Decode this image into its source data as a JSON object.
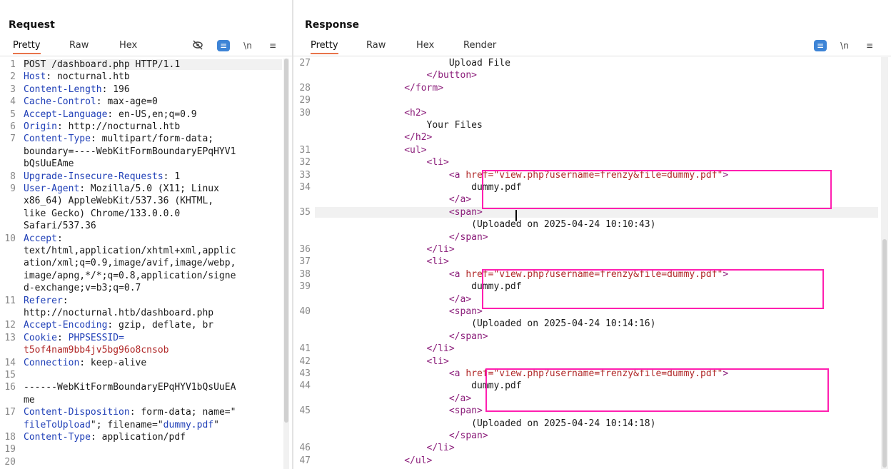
{
  "layout_buttons": [
    "columns-icon",
    "rows-icon",
    "single-icon"
  ],
  "request": {
    "title": "Request",
    "tabs": [
      "Pretty",
      "Raw",
      "Hex"
    ],
    "icons": [
      "eye-slash-icon",
      "wrap-icon",
      "newline-icon",
      "menu-icon"
    ],
    "newline_label": "\\n",
    "lines": [
      [
        "1",
        [
          [
            "POST /dashboard.php HTTP/1.1",
            ""
          ]
        ]
      ],
      [
        "2",
        [
          [
            "Host",
            "k"
          ],
          [
            ": nocturnal.htb",
            ""
          ]
        ]
      ],
      [
        "3",
        [
          [
            "Content-Length",
            "k"
          ],
          [
            ": 196",
            ""
          ]
        ]
      ],
      [
        "4",
        [
          [
            "Cache-Control",
            "k"
          ],
          [
            ": max-age=0",
            ""
          ]
        ]
      ],
      [
        "5",
        [
          [
            "Accept-Language",
            "k"
          ],
          [
            ": en-US,en;q=0.9",
            ""
          ]
        ]
      ],
      [
        "6",
        [
          [
            "Origin",
            "k"
          ],
          [
            ": http://nocturnal.htb",
            ""
          ]
        ]
      ],
      [
        "7",
        [
          [
            "Content-Type",
            "k"
          ],
          [
            ": multipart/form-data;",
            ""
          ]
        ]
      ],
      [
        "",
        [
          [
            "boundary=----WebKitFormBoundaryEPqHYV1",
            ""
          ]
        ]
      ],
      [
        "",
        [
          [
            "bQsUuEAme",
            ""
          ]
        ]
      ],
      [
        "8",
        [
          [
            "Upgrade-Insecure-Requests",
            "k"
          ],
          [
            ": 1",
            ""
          ]
        ]
      ],
      [
        "9",
        [
          [
            "User-Agent",
            "k"
          ],
          [
            ": Mozilla/5.0 (X11; Linux",
            ""
          ]
        ]
      ],
      [
        "",
        [
          [
            "x86_64) AppleWebKit/537.36 (KHTML,",
            ""
          ]
        ]
      ],
      [
        "",
        [
          [
            "like Gecko) Chrome/133.0.0.0",
            ""
          ]
        ]
      ],
      [
        "",
        [
          [
            "Safari/537.36",
            ""
          ]
        ]
      ],
      [
        "10",
        [
          [
            "Accept",
            "k"
          ],
          [
            ":",
            ""
          ]
        ]
      ],
      [
        "",
        [
          [
            "text/html,application/xhtml+xml,applic",
            ""
          ]
        ]
      ],
      [
        "",
        [
          [
            "ation/xml;q=0.9,image/avif,image/webp,",
            ""
          ]
        ]
      ],
      [
        "",
        [
          [
            "image/apng,*/*;q=0.8,application/signe",
            ""
          ]
        ]
      ],
      [
        "",
        [
          [
            "d-exchange;v=b3;q=0.7",
            ""
          ]
        ]
      ],
      [
        "11",
        [
          [
            "Referer",
            "k"
          ],
          [
            ":",
            ""
          ]
        ]
      ],
      [
        "",
        [
          [
            "http://nocturnal.htb/dashboard.php",
            ""
          ]
        ]
      ],
      [
        "12",
        [
          [
            "Accept-Encoding",
            "k"
          ],
          [
            ": gzip, deflate, br",
            ""
          ]
        ]
      ],
      [
        "13",
        [
          [
            "Cookie",
            "k"
          ],
          [
            ": ",
            ""
          ],
          [
            "PHPSESSID=",
            "k"
          ]
        ]
      ],
      [
        "",
        [
          [
            "t5of4nam9bb4jv5bg96o8cnsob",
            "s"
          ]
        ]
      ],
      [
        "14",
        [
          [
            "Connection",
            "k"
          ],
          [
            ": keep-alive",
            ""
          ]
        ]
      ],
      [
        "15",
        [
          [
            "",
            ""
          ]
        ]
      ],
      [
        "16",
        [
          [
            "------WebKitFormBoundaryEPqHYV1bQsUuEA",
            ""
          ]
        ]
      ],
      [
        "",
        [
          [
            "me",
            ""
          ]
        ]
      ],
      [
        "17",
        [
          [
            "Content-Disposition",
            "k"
          ],
          [
            ": form-data; name=\"",
            ""
          ]
        ]
      ],
      [
        "",
        [
          [
            "fileToUpload",
            "k"
          ],
          [
            "\"; filename=\"",
            ""
          ],
          [
            "dummy.pdf",
            "k"
          ],
          [
            "\"",
            ""
          ]
        ]
      ],
      [
        "18",
        [
          [
            "Content-Type",
            "k"
          ],
          [
            ": application/pdf",
            ""
          ]
        ]
      ],
      [
        "19",
        [
          [
            "",
            ""
          ]
        ]
      ],
      [
        "20",
        [
          [
            "",
            ""
          ]
        ]
      ]
    ]
  },
  "response": {
    "title": "Response",
    "tabs": [
      "Pretty",
      "Raw",
      "Hex",
      "Render"
    ],
    "icons": [
      "wrap-icon",
      "newline-icon",
      "menu-icon"
    ],
    "newline_label": "\\n",
    "lines": [
      [
        "27",
        [
          [
            "                        Upload File",
            ""
          ]
        ]
      ],
      [
        "",
        [
          [
            "                    </",
            "t"
          ],
          [
            "button",
            "t"
          ],
          [
            ">",
            "t"
          ]
        ]
      ],
      [
        "28",
        [
          [
            "                </",
            "t"
          ],
          [
            "form",
            "t"
          ],
          [
            ">",
            "t"
          ]
        ]
      ],
      [
        "29",
        [
          [
            "",
            ""
          ]
        ]
      ],
      [
        "30",
        [
          [
            "                <h2>",
            "t"
          ]
        ]
      ],
      [
        "",
        [
          [
            "                    Your Files",
            ""
          ]
        ]
      ],
      [
        "",
        [
          [
            "                </h2>",
            "t"
          ]
        ]
      ],
      [
        "31",
        [
          [
            "                <ul>",
            "t"
          ]
        ]
      ],
      [
        "32",
        [
          [
            "                    <li>",
            "t"
          ]
        ]
      ],
      [
        "33",
        [
          [
            "                        <a ",
            "t"
          ],
          [
            "href=",
            "s"
          ],
          [
            "\"view.php?username=frenzy&file=dummy.pdf\"",
            "s"
          ],
          [
            ">",
            "t"
          ]
        ]
      ],
      [
        "34",
        [
          [
            "                            dummy.pdf",
            ""
          ]
        ]
      ],
      [
        "",
        [
          [
            "                        </a>",
            "t"
          ]
        ]
      ],
      [
        "35",
        [
          [
            "                        <span>",
            "t"
          ]
        ]
      ],
      [
        "",
        [
          [
            "                            (Uploaded on 2025-04-24 10:10:43)",
            ""
          ]
        ]
      ],
      [
        "",
        [
          [
            "                        </span>",
            "t"
          ]
        ]
      ],
      [
        "36",
        [
          [
            "                    </li>",
            "t"
          ]
        ]
      ],
      [
        "37",
        [
          [
            "                    <li>",
            "t"
          ]
        ]
      ],
      [
        "38",
        [
          [
            "                        <a ",
            "t"
          ],
          [
            "href=",
            "s"
          ],
          [
            "\"view.php?username=frenzy&file=dummy.pdf\"",
            "s"
          ],
          [
            ">",
            "t"
          ]
        ]
      ],
      [
        "39",
        [
          [
            "                            dummy.pdf",
            ""
          ]
        ]
      ],
      [
        "",
        [
          [
            "                        </a>",
            "t"
          ]
        ]
      ],
      [
        "40",
        [
          [
            "                        <span>",
            "t"
          ]
        ]
      ],
      [
        "",
        [
          [
            "                            (Uploaded on 2025-04-24 10:14:16)",
            ""
          ]
        ]
      ],
      [
        "",
        [
          [
            "                        </span>",
            "t"
          ]
        ]
      ],
      [
        "41",
        [
          [
            "                    </li>",
            "t"
          ]
        ]
      ],
      [
        "42",
        [
          [
            "                    <li>",
            "t"
          ]
        ]
      ],
      [
        "43",
        [
          [
            "                        <a ",
            "t"
          ],
          [
            "href=",
            "s"
          ],
          [
            "\"view.php?username=frenzy&file=dummy.pdf\"",
            "s"
          ],
          [
            ">",
            "t"
          ]
        ]
      ],
      [
        "44",
        [
          [
            "                            dummy.pdf",
            ""
          ]
        ]
      ],
      [
        "",
        [
          [
            "                        </a>",
            "t"
          ]
        ]
      ],
      [
        "45",
        [
          [
            "                        <span>",
            "t"
          ]
        ]
      ],
      [
        "",
        [
          [
            "                            (Uploaded on 2025-04-24 10:14:18)",
            ""
          ]
        ]
      ],
      [
        "",
        [
          [
            "                        </span>",
            "t"
          ]
        ]
      ],
      [
        "46",
        [
          [
            "                    </li>",
            "t"
          ]
        ]
      ],
      [
        "47",
        [
          [
            "                </ul>",
            "t"
          ]
        ]
      ]
    ]
  }
}
